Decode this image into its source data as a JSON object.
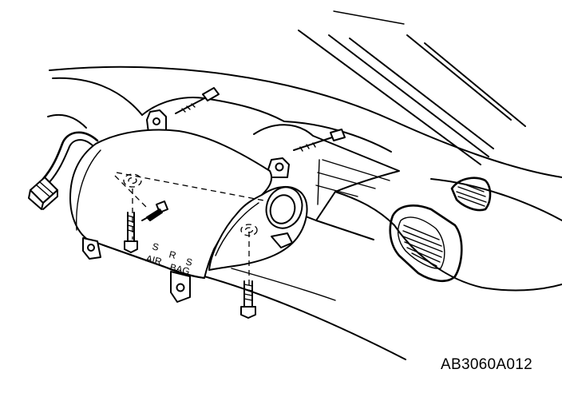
{
  "figure_code": "AB3060A012",
  "module_marking": {
    "line1": "S",
    "line2": "R",
    "line3": "S",
    "line4": "AIR",
    "line5": "BAG"
  }
}
